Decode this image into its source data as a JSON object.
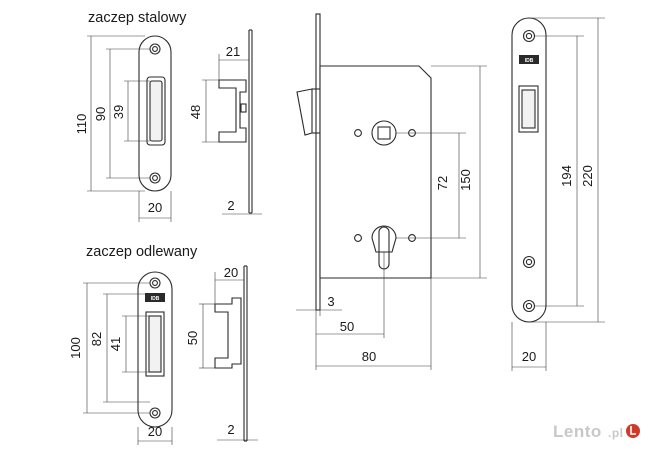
{
  "headings": {
    "steel": "zaczep stalowy",
    "cast": "zaczep odlewany"
  },
  "dimensions": {
    "steel_plate_height": "110",
    "steel_slot_height": "90",
    "steel_hole_height": "39",
    "steel_plate_width": "20",
    "steel_side_depth": "21",
    "steel_side_height": "48",
    "steel_side_thickness": "2",
    "cast_plate_height": "100",
    "cast_slot_height": "82",
    "cast_hole_height": "41",
    "cast_plate_width": "20",
    "cast_side_depth": "20",
    "cast_side_height": "50",
    "cast_side_thickness": "2",
    "lock_spacing": "72",
    "lock_body_height": "150",
    "faceplate_thickness": "3",
    "backset": "50",
    "body_depth": "80",
    "front_hole_spacing": "194",
    "front_length": "220",
    "front_width": "20"
  },
  "plate_marking": "IDB",
  "watermark": {
    "brand": "Lento",
    "suffix": ".pl"
  }
}
